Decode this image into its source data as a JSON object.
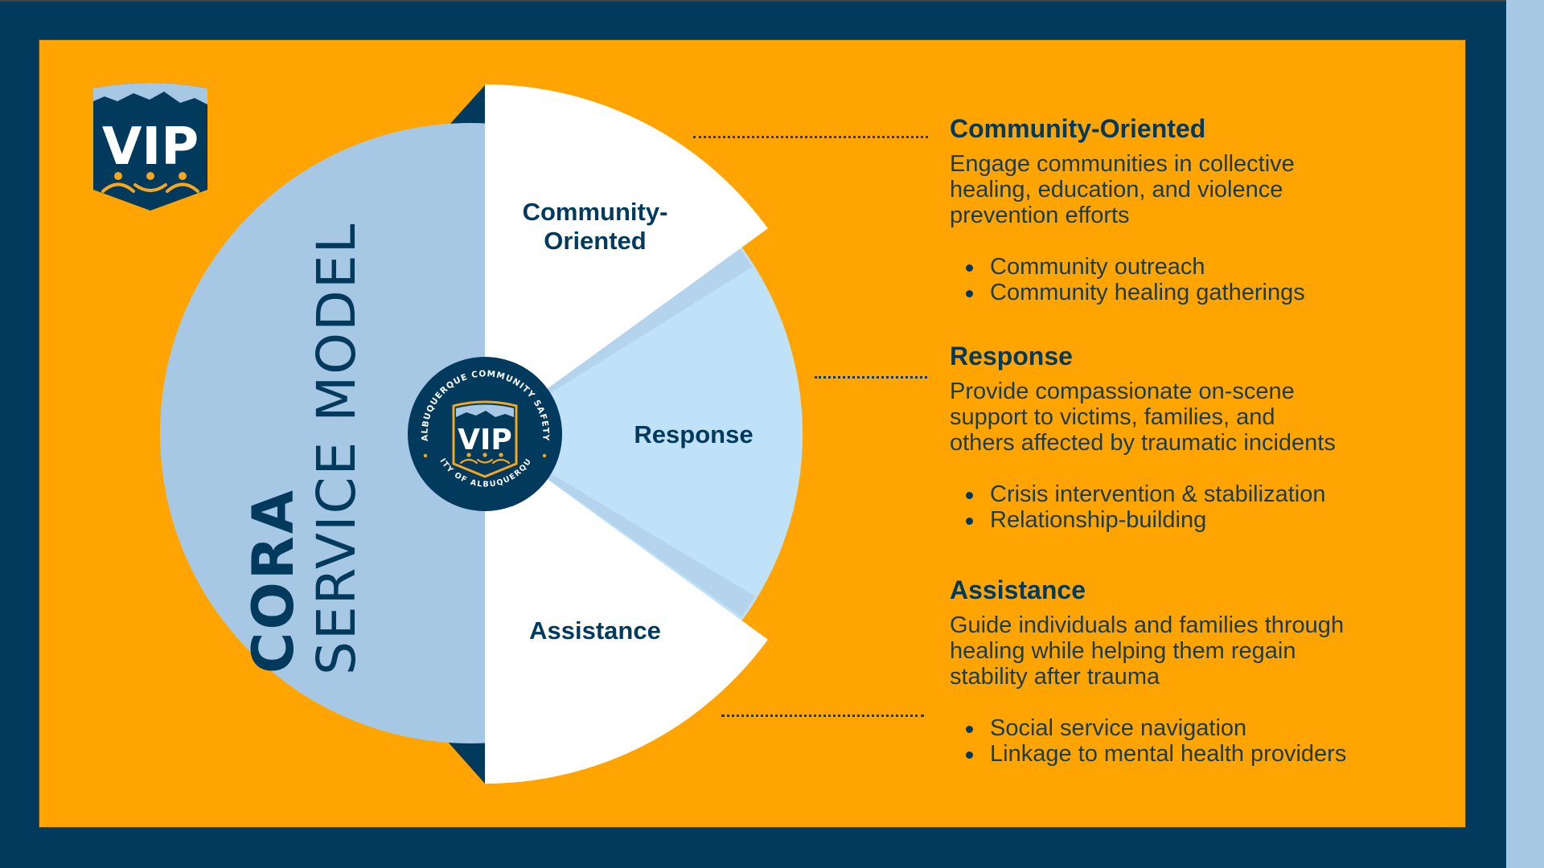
{
  "colors": {
    "navy": "#013a5d",
    "orange": "#ffa400",
    "light_blue": "#a6c8e4",
    "sky_blue": "#c0e2f9",
    "white": "#ffffff",
    "gold": "#f5a623"
  },
  "logo": {
    "text": "VIP",
    "icon": "vip-shield-logo-icon"
  },
  "title": {
    "main": "CORA",
    "sub": "SERVICE MODEL"
  },
  "seal": {
    "top_text": "ALBUQUERQUE COMMUNITY SAFETY",
    "bottom_text": "CITY OF ALBUQUERQUE",
    "center_text": "VIP",
    "icon": "albuquerque-seal-icon"
  },
  "wheel": {
    "sectors": [
      {
        "label_line1": "Community-",
        "label_line2": "Oriented"
      },
      {
        "label": "Response"
      },
      {
        "label": "Assistance"
      }
    ]
  },
  "sections": [
    {
      "heading": "Community-Oriented",
      "body": [
        "Engage communities in collective",
        "healing, education, and violence",
        "prevention efforts"
      ],
      "bullets": [
        "Community outreach",
        "Community healing gatherings"
      ]
    },
    {
      "heading": "Response",
      "body": [
        "Provide compassionate on-scene",
        "support to victims, families, and",
        "others affected by traumatic incidents"
      ],
      "bullets": [
        "Crisis intervention & stabilization",
        "Relationship-building"
      ]
    },
    {
      "heading": "Assistance",
      "body": [
        "Guide individuals and families through",
        "healing while helping them regain",
        "stability after trauma"
      ],
      "bullets": [
        "Social service navigation",
        "Linkage to mental health providers"
      ]
    }
  ]
}
